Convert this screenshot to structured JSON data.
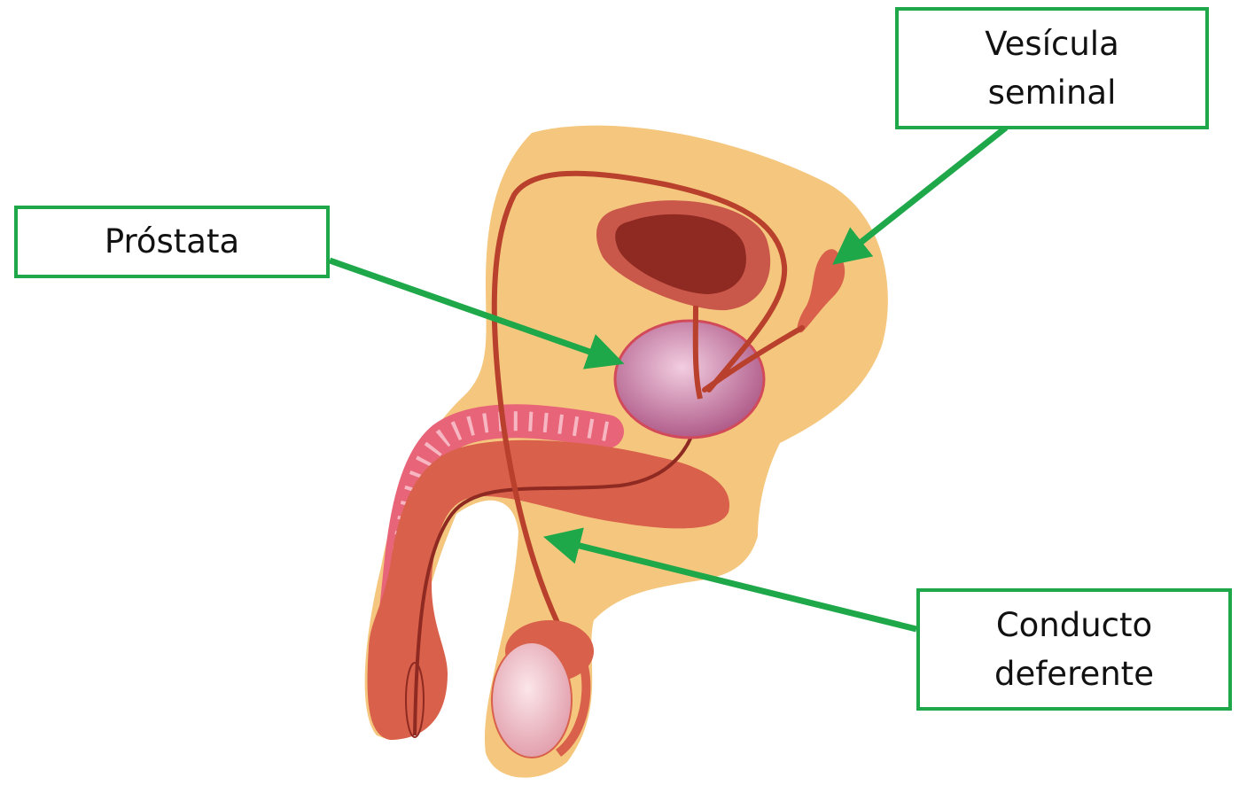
{
  "labels": {
    "vesicula": "Vesícula\nseminal",
    "prostata": "Próstata",
    "conducto": "Conducto\ndeferente"
  },
  "colors": {
    "arrow": "#1fa84a",
    "box_border": "#1fa84a",
    "body_fill": "#f5c77e",
    "tissue": "#d9604a",
    "vessel": "#b8402c",
    "organ_dark": "#8e2a22",
    "prostate": "#c06a96",
    "testis": "#e8a8b6",
    "urethra_pink": "#e86478"
  }
}
